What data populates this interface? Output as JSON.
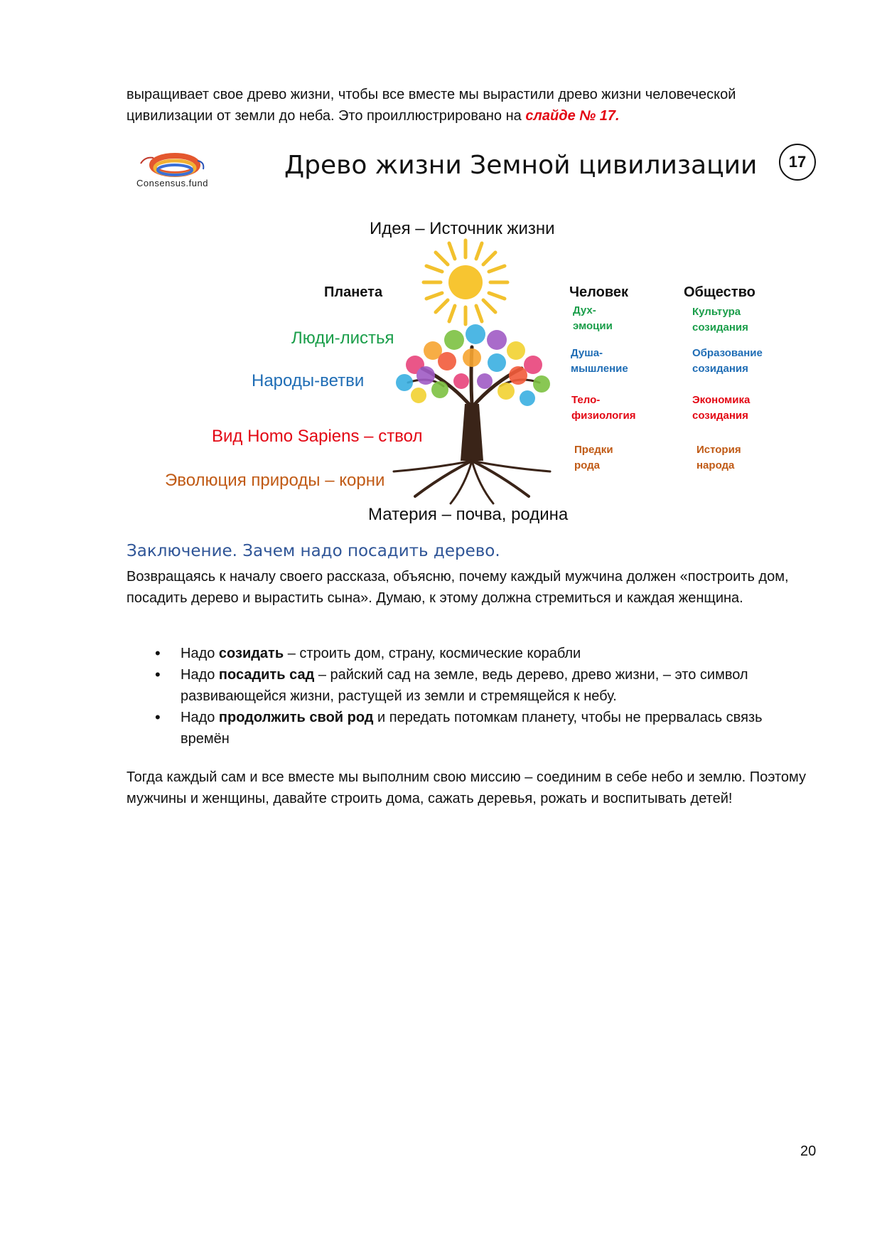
{
  "intro": {
    "text": "выращивает свое древо жизни, чтобы все вместе мы вырастили древо жизни человеческой цивилизации от земли до неба. Это проиллюстрировано на ",
    "highlight": "слайде № 17."
  },
  "slide": {
    "logo_text": "Consensus.fund",
    "title": "Древо жизни Земной цивилизации",
    "number": "17",
    "top_label": "Идея –  Источник жизни",
    "bottom_label": "Материя – почва, родина",
    "headers": {
      "planet": "Планета",
      "human": "Человек",
      "society": "Общество"
    },
    "levels": [
      {
        "planet": "Люди-листья",
        "human": [
          "Дух-",
          "эмоции"
        ],
        "society": [
          "Культура",
          "созидания"
        ]
      },
      {
        "planet": "Народы-ветви",
        "human": [
          "Душа-",
          "мышление"
        ],
        "society": [
          "Образование",
          "созидания"
        ]
      },
      {
        "planet": "Вид Homo  Sapiens – ствол",
        "human": [
          "Тело-",
          "физиология"
        ],
        "society": [
          "Экономика",
          "созидания"
        ]
      },
      {
        "planet": "Эволюция природы  – корни",
        "human": [
          "Предки",
          "рода"
        ],
        "society": [
          "История",
          "народа"
        ]
      }
    ],
    "colors": {
      "green": "#1a9e4a",
      "blue": "#1f6db5",
      "red": "#e30613",
      "brown": "#c05a15"
    },
    "icons": {
      "logo": "consensus-ring-logo",
      "sun": "sun-icon",
      "tree": "tree-of-life-icon"
    }
  },
  "conclusion": {
    "title": "Заключение. Зачем надо посадить дерево.",
    "body": "Возвращаясь к началу своего рассказа, объясню, почему каждый мужчина должен «построить дом, посадить дерево и вырастить сына». Думаю, к этому должна стремиться и каждая женщина.",
    "bullets": [
      {
        "pre": "Надо ",
        "bold": "созидать",
        "post": " – строить дом, страну, космические корабли"
      },
      {
        "pre": "Надо ",
        "bold": "посадить сад",
        "post": " – райский сад на земле, ведь дерево, древо жизни, – это символ развивающейся жизни, растущей из земли и стремящейся к небу."
      },
      {
        "pre": "Надо ",
        "bold": "продолжить свой род",
        "post": " и передать потомкам планету, чтобы не прервалась связь времён"
      }
    ],
    "closing": "Тогда каждый сам и все вместе мы выполним свою миссию – соединим в себе небо и землю. Поэтому мужчины и женщины, давайте строить дома, сажать деревья, рожать и воспитывать детей!"
  },
  "page_number": "20"
}
